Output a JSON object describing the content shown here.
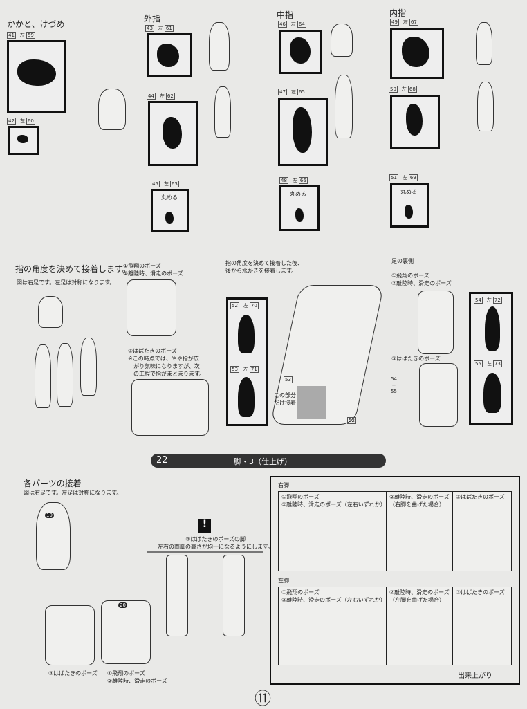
{
  "top": {
    "heel": {
      "title": "かかと、けづめ",
      "parts": [
        {
          "n": "41",
          "l": "左",
          "ln": "59"
        },
        {
          "n": "42",
          "l": "左",
          "ln": "60"
        }
      ]
    },
    "outer": {
      "title": "外指",
      "parts": [
        {
          "n": "43",
          "l": "左",
          "ln": "61"
        },
        {
          "n": "44",
          "l": "左",
          "ln": "62"
        },
        {
          "n": "45",
          "l": "左",
          "ln": "63"
        }
      ],
      "curl": "丸める"
    },
    "middle": {
      "title": "中指",
      "parts": [
        {
          "n": "46",
          "l": "左",
          "ln": "64"
        },
        {
          "n": "47",
          "l": "左",
          "ln": "65"
        },
        {
          "n": "48",
          "l": "左",
          "ln": "66"
        }
      ],
      "curl": "丸める"
    },
    "inner": {
      "title": "内指",
      "parts": [
        {
          "n": "49",
          "l": "左",
          "ln": "67"
        },
        {
          "n": "50",
          "l": "左",
          "ln": "68"
        },
        {
          "n": "51",
          "l": "左",
          "ln": "69"
        }
      ],
      "curl": "丸める"
    }
  },
  "mid": {
    "heading": "指の角度を決めて接着します。",
    "note": "図は右足です。左足は対称になります。",
    "pose12": "①飛翔のポーズ\n②離陸時、滑走のポーズ",
    "pose3": "③はばたきのポーズ\n※この時点では、やや指が広\n　がり気味になりますが、次\n　の工程で指がまとまります。",
    "web_note": "指の角度を決めて接着した後、\n後から水かきを接着します。",
    "left_box": [
      {
        "n": "52",
        "l": "左",
        "ln": "70"
      },
      {
        "n": "53",
        "l": "左",
        "ln": "71"
      }
    ],
    "right_box": [
      {
        "n": "54",
        "l": "左",
        "ln": "72"
      },
      {
        "n": "55",
        "l": "左",
        "ln": "73"
      }
    ],
    "glue_note": "この部分\nだけ接着",
    "label53": "53",
    "label52": "52",
    "label5455": "54\n+\n55",
    "sole": "足の裏側",
    "sole_pose12": "①飛翔のポーズ\n②離陸時、滑走のポーズ",
    "sole_pose3": "③はばたきのポーズ"
  },
  "section": {
    "number": "22",
    "title": "脚・3（仕上げ）"
  },
  "bottom": {
    "heading": "各パーツの接着",
    "note": "図は右足です。左足は対称になります。",
    "part19": "19",
    "part20": "20",
    "caption3": "③はばたきのポーズ",
    "caption12": "①飛翔のポーズ\n②離陸時、滑走のポーズ",
    "warn_icon": "!",
    "warn_text": "③はばたきのポーズの脚\n左右の両脚の高さが均一になるようにします。",
    "right_leg": "右脚",
    "left_leg": "左脚",
    "right_cells": [
      "①飛翔のポーズ\n②離陸時、滑走のポーズ（左右いずれか）",
      "②離陸時、滑走のポーズ\n（右脚を曲げた場合）",
      "③はばたきのポーズ"
    ],
    "left_cells": [
      "①飛翔のポーズ\n②離陸時、滑走のポーズ（左右いずれか）",
      "②離陸時、滑走のポーズ\n（左脚を曲げた場合）",
      "③はばたきのポーズ"
    ],
    "complete": "出来上がり"
  },
  "page_number": "⑪"
}
